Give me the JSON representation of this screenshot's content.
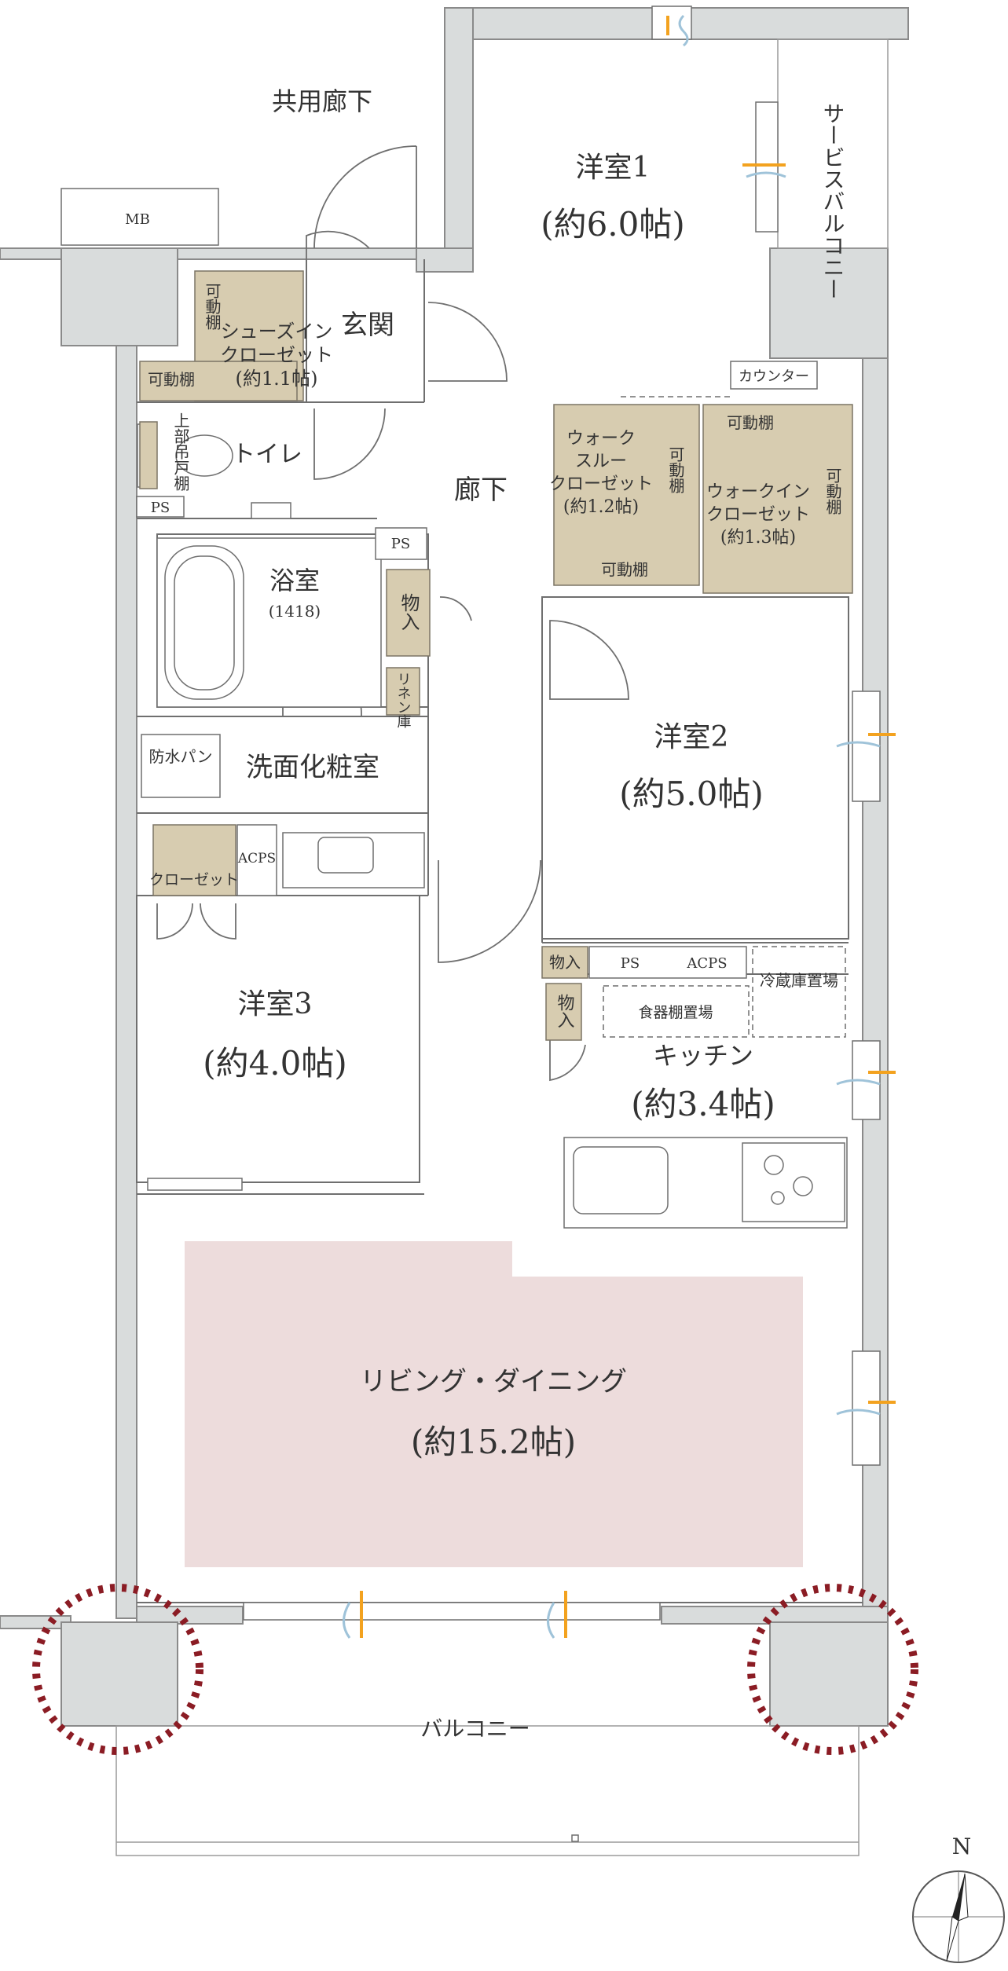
{
  "labels": {
    "common_corridor": "共用廊下",
    "mb": "MB",
    "service_balcony": "サービスバルコニー",
    "western1_name": "洋室1",
    "western1_size": "(約6.0帖)",
    "entrance": "玄関",
    "shoe_closet_shelf": "可動棚",
    "shoe_closet_name_line1": "シューズイン",
    "shoe_closet_name_line2": "クローゼット",
    "shoe_closet_size": "(約1.1帖)",
    "shoe_shelf_bottom": "可動棚",
    "counter": "カウンター",
    "toilet_upper_cabinet": "上部吊戸棚",
    "toilet": "トイレ",
    "ps_toilet": "PS",
    "hallway": "廊下",
    "wtc_name_line1": "ウォーク",
    "wtc_name_line2": "スルー",
    "wtc_name_line3": "クローゼット",
    "wtc_size": "(約1.2帖)",
    "wtc_shelf_side": "可動棚",
    "wtc_shelf_bottom": "可動棚",
    "wic_shelf_top": "可動棚",
    "wic_name_line1": "ウォークイン",
    "wic_name_line2": "クローゼット",
    "wic_size": "(約1.3帖)",
    "wic_shelf_side": "可動棚",
    "ps_bath": "PS",
    "bathroom": "浴室",
    "bathroom_size": "(1418)",
    "storage_bath": "物入",
    "linen": "リネン庫",
    "waterproof_pan": "防水パン",
    "washroom": "洗面化粧室",
    "western2_name": "洋室2",
    "western2_size": "(約5.0帖)",
    "closet": "クローゼット",
    "ac_ps": "ACPS",
    "storage_hall": "物入",
    "ps_kitchen": "PS",
    "acps_kitchen": "ACPS",
    "fridge": "冷蔵庫置場",
    "storage_kitchen": "物入",
    "dish_shelf": "食器棚置場",
    "western3_name": "洋室3",
    "western3_size": "(約4.0帖)",
    "kitchen_name": "キッチン",
    "kitchen_size": "(約3.4帖)",
    "living_name": "リビング・ダイニング",
    "living_size": "(約15.2帖)",
    "balcony": "バルコニー",
    "north": "N"
  },
  "colors": {
    "living_highlight": "#eddcdc",
    "storage_beige": "#d7ccb0",
    "wall_gray": "#d9dcdc",
    "marker_red": "#8b1c24",
    "window_orange": "#f3a21f",
    "window_blue": "#9fc3d9"
  }
}
